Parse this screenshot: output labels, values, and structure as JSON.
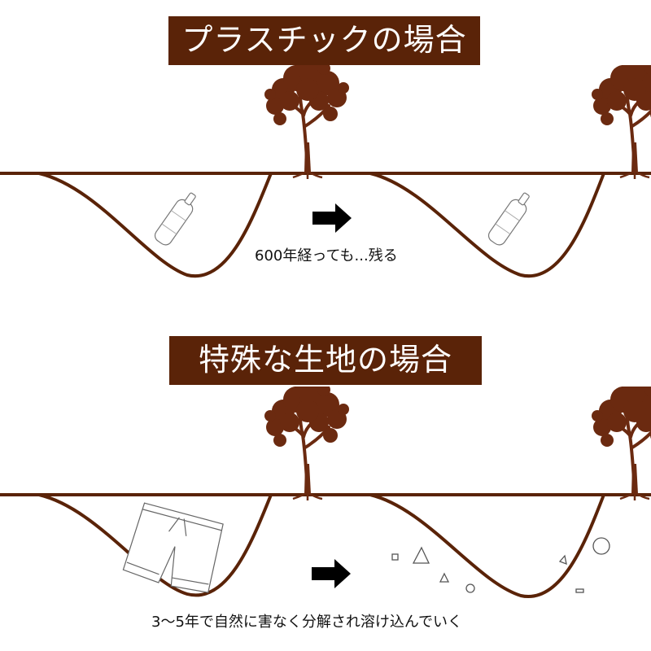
{
  "colors": {
    "soil": "#5a2308",
    "tree": "#6b2a10",
    "title_bg": "#5a2308",
    "arrow": "#000000"
  },
  "sections": [
    {
      "title": "プラスチックの場合",
      "caption": "600年経っても...残る",
      "before_item": "plastic-bottle-icon",
      "after_item": "plastic-bottle-icon"
    },
    {
      "title": "特殊な生地の場合",
      "caption": "3〜5年で自然に害なく分解され溶け込んでいく",
      "before_item": "shorts-icon",
      "after_item": "decomposed-fragments"
    }
  ]
}
